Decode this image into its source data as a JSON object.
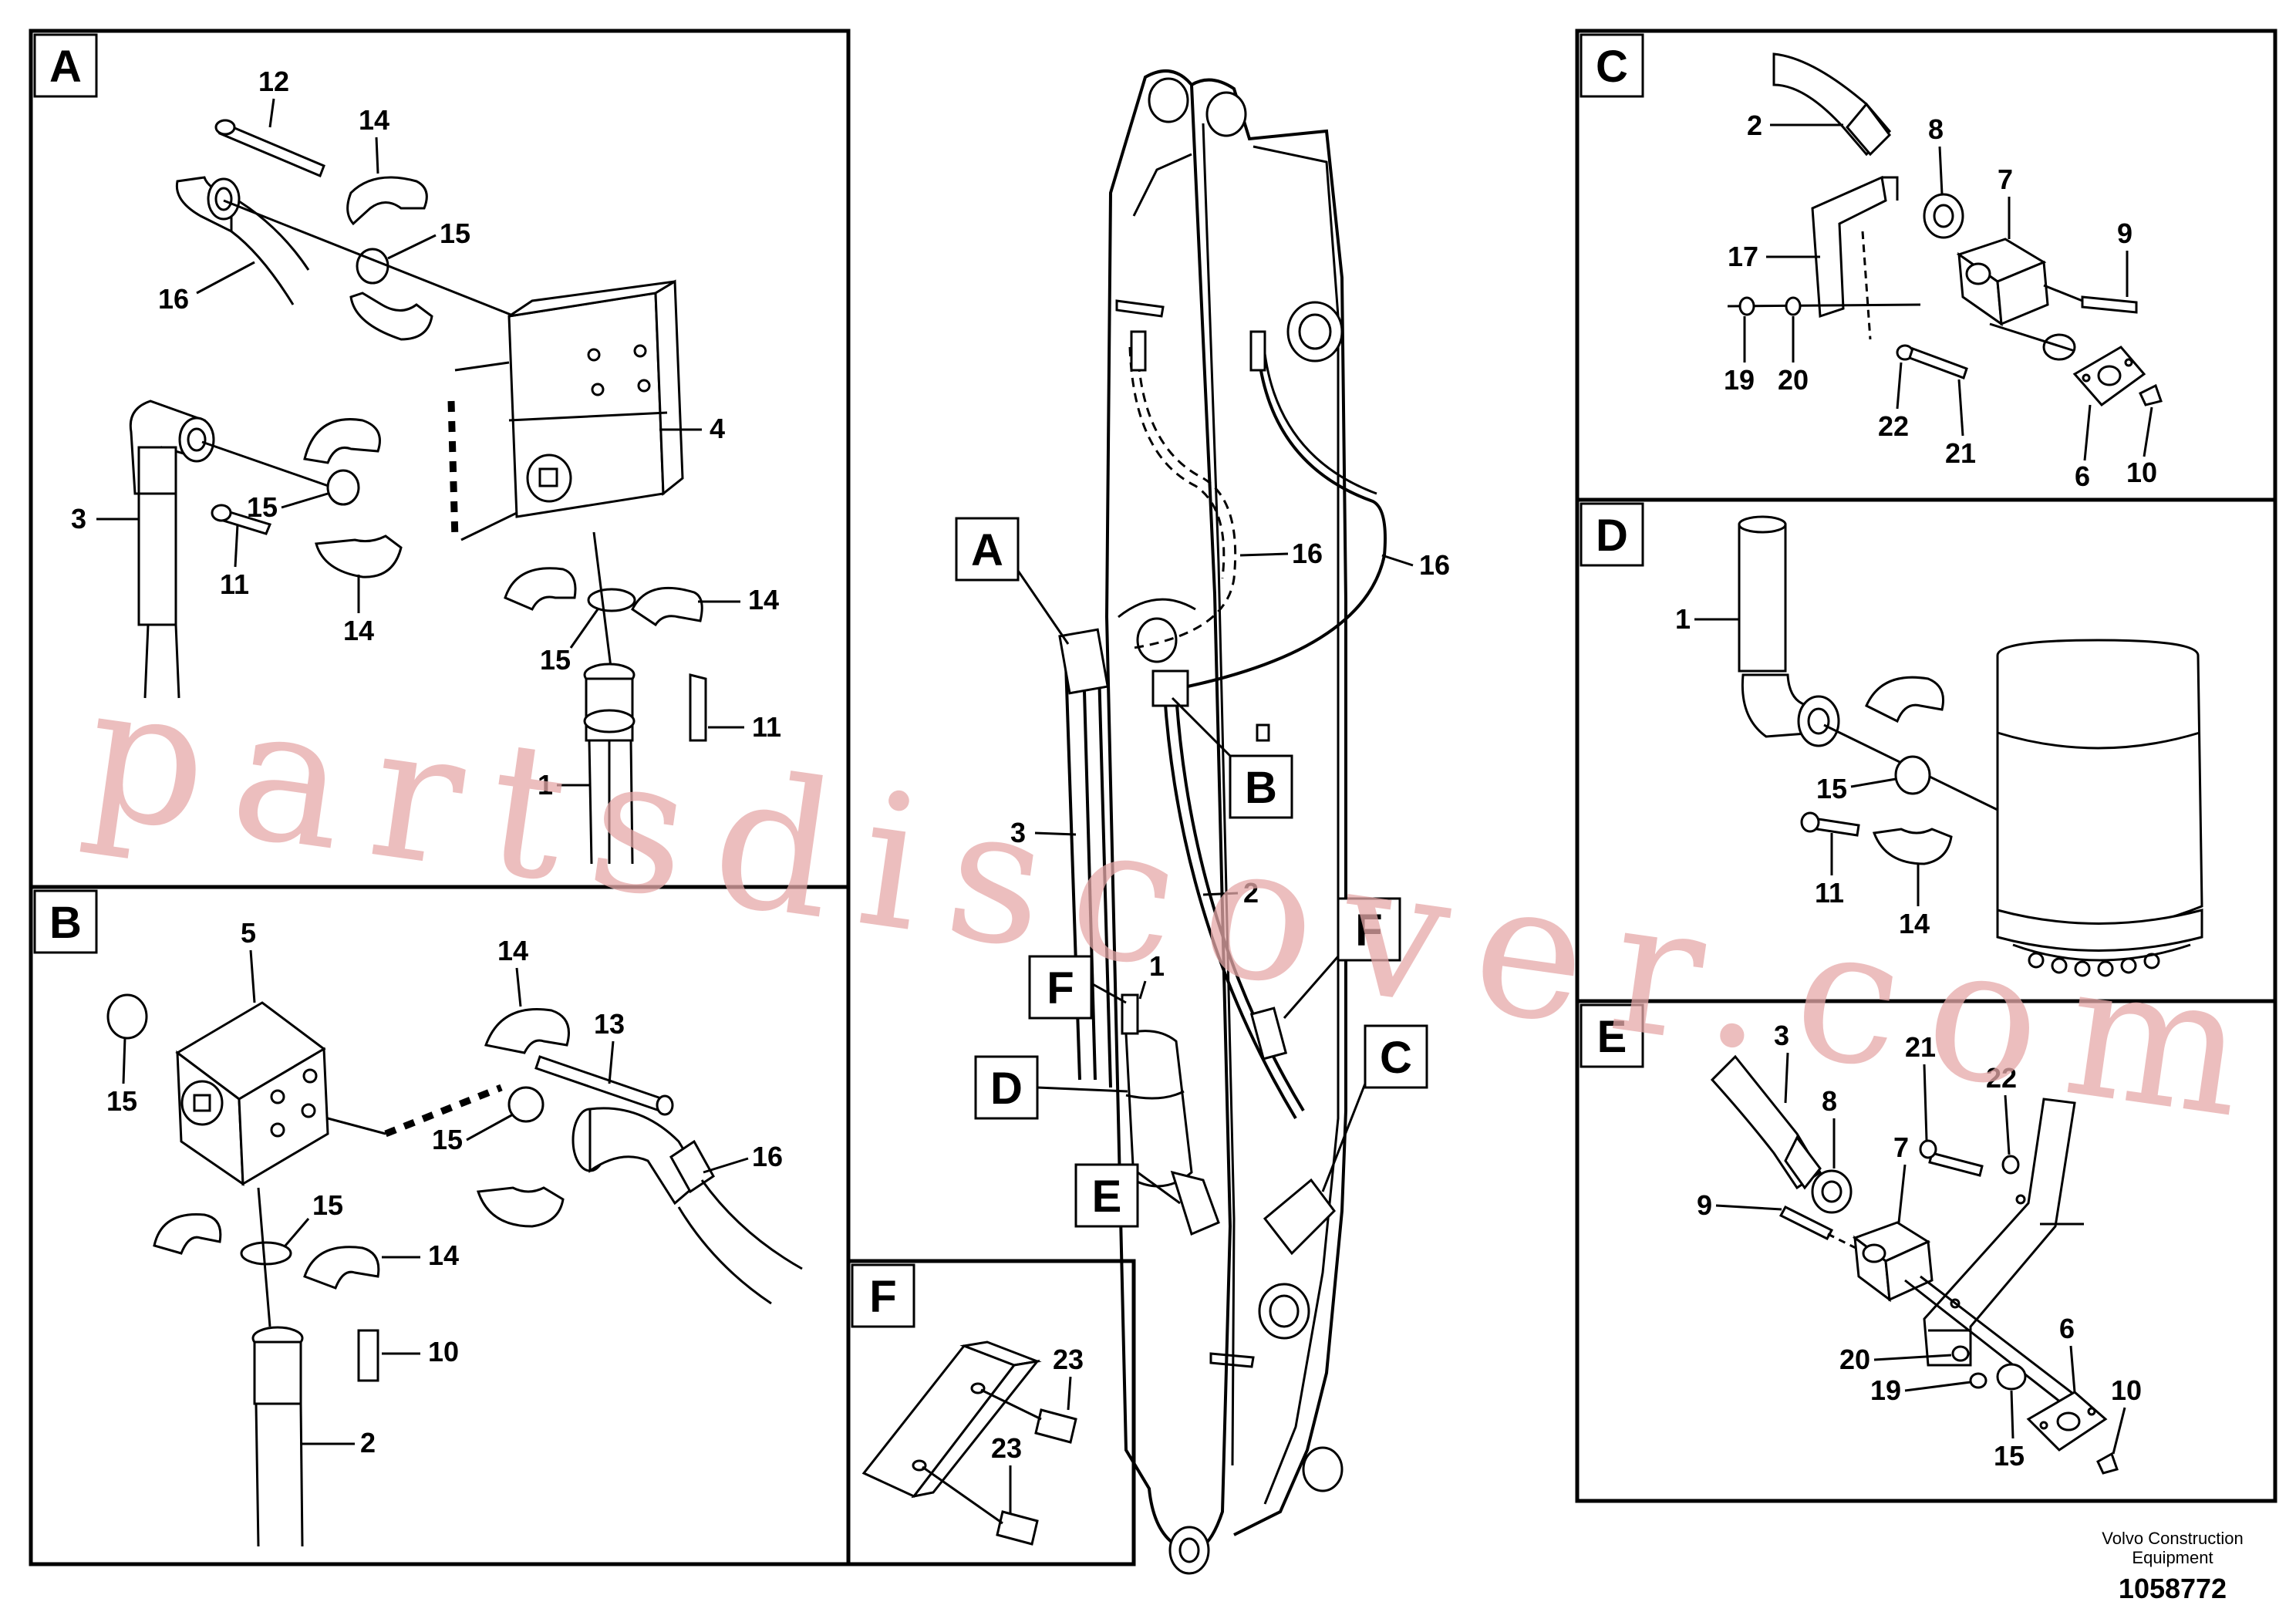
{
  "views": {
    "A": "A",
    "B": "B",
    "C": "C",
    "D": "D",
    "E": "E",
    "F": "F"
  },
  "callouts": {
    "A": "A",
    "B": "B",
    "C": "C",
    "D": "D",
    "E": "E",
    "F1": "F",
    "F2": "F"
  },
  "parts": {
    "p1": "1",
    "p2": "2",
    "p3": "3",
    "p4": "4",
    "p5": "5",
    "p6": "6",
    "p7": "7",
    "p8": "8",
    "p9": "9",
    "p10": "10",
    "p11": "11",
    "p12": "12",
    "p13": "13",
    "p14": "14",
    "p15": "15",
    "p16": "16",
    "p17": "17",
    "p19": "19",
    "p20": "20",
    "p21": "21",
    "p22": "22",
    "p23": "23"
  },
  "watermark": "partsdiscover.com",
  "footer": {
    "line1": "Volvo Construction",
    "line2": "Equipment",
    "drawing_number": "1058772"
  }
}
